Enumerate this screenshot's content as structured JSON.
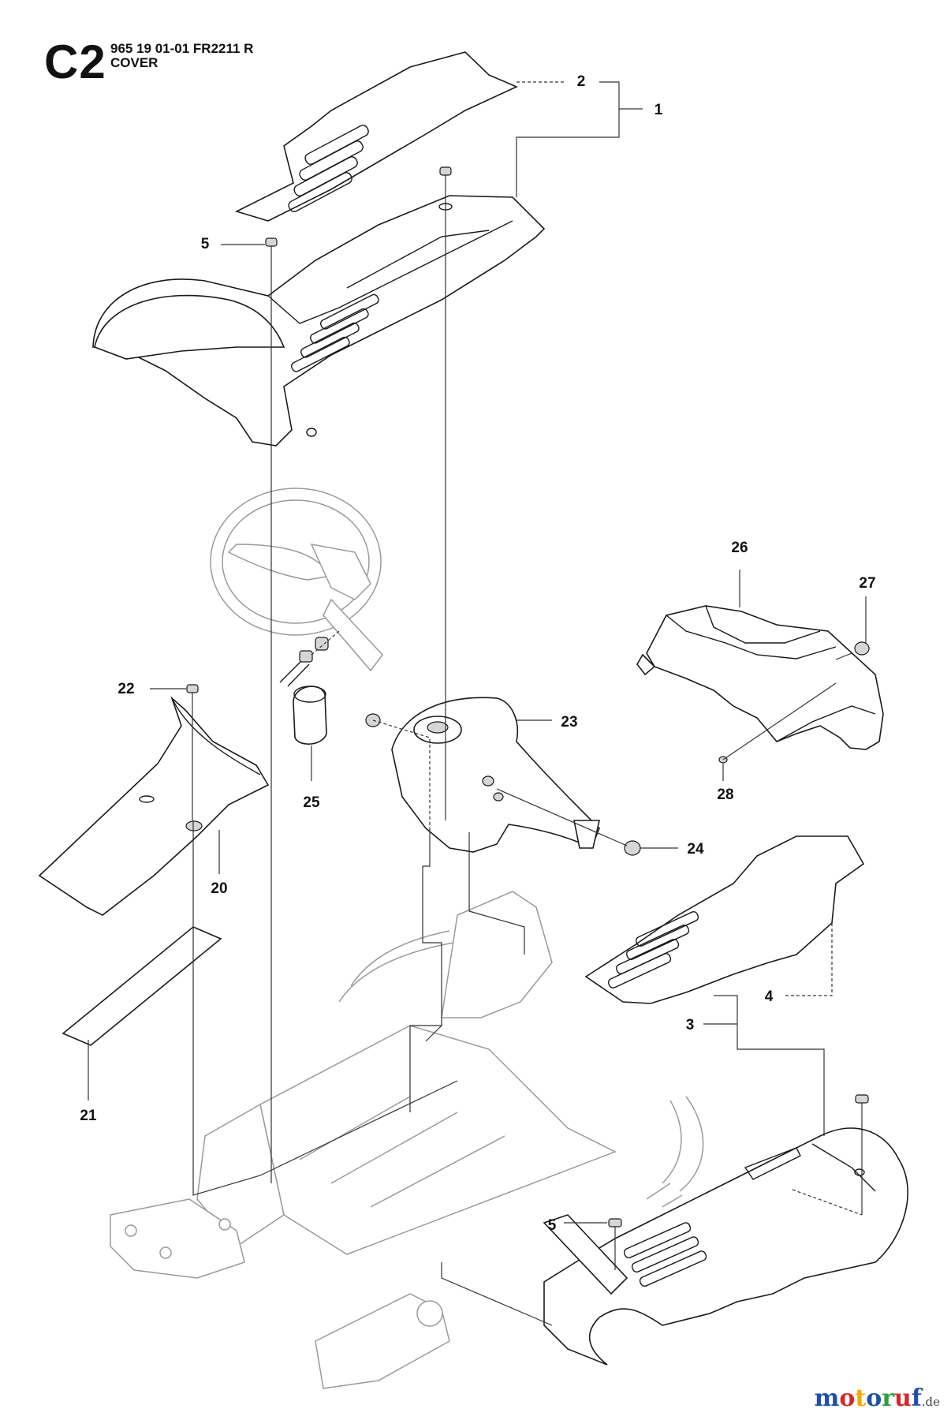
{
  "header": {
    "section_code": "C2",
    "part_number": "965 19 01-01 FR2211 R",
    "title": "COVER"
  },
  "callouts": [
    {
      "id": "c1",
      "label": "1"
    },
    {
      "id": "c2",
      "label": "2"
    },
    {
      "id": "c5a",
      "label": "5"
    },
    {
      "id": "c26",
      "label": "26"
    },
    {
      "id": "c27",
      "label": "27"
    },
    {
      "id": "c22",
      "label": "22"
    },
    {
      "id": "c23",
      "label": "23"
    },
    {
      "id": "c25",
      "label": "25"
    },
    {
      "id": "c28",
      "label": "28"
    },
    {
      "id": "c24",
      "label": "24"
    },
    {
      "id": "c20",
      "label": "20"
    },
    {
      "id": "c4",
      "label": "4"
    },
    {
      "id": "c3",
      "label": "3"
    },
    {
      "id": "c21",
      "label": "21"
    },
    {
      "id": "c5b",
      "label": "5"
    }
  ],
  "watermark": {
    "letters": [
      {
        "ch": "m",
        "color": "#1f4fa8"
      },
      {
        "ch": "o",
        "color": "#d62828"
      },
      {
        "ch": "t",
        "color": "#f2a900"
      },
      {
        "ch": "o",
        "color": "#1f4fa8"
      },
      {
        "ch": "r",
        "color": "#2e9e3e"
      },
      {
        "ch": "u",
        "color": "#d62828"
      },
      {
        "ch": "f",
        "color": "#1f4fa8"
      }
    ],
    "suffix": ".de"
  }
}
